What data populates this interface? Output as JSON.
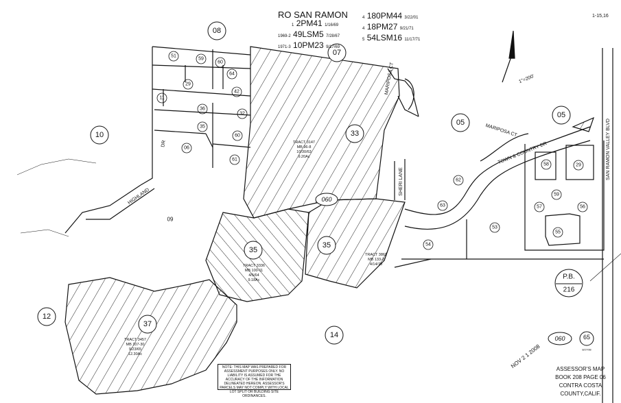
{
  "header": {
    "title": "RO SAN RAMON",
    "left_refs": [
      {
        "prefix": "1",
        "ref": "2PM41",
        "date": "1/16/69"
      },
      {
        "prefix": "1969-2",
        "ref": "49LSM5",
        "date": "7/28/67"
      },
      {
        "prefix": "1971-3",
        "ref": "10PM23",
        "date": "9/17/69"
      }
    ],
    "right_refs": [
      {
        "prefix": "4",
        "ref": "180PM44",
        "date": "3/22/01"
      },
      {
        "prefix": "4",
        "ref": "18PM27",
        "date": "9/21/71"
      },
      {
        "prefix": "5",
        "ref": "54LSM16",
        "date": "11/17/71"
      }
    ]
  },
  "sheet_ref": "1-15,16",
  "scale": "1\"=200'",
  "blocks": {
    "b08": "08",
    "b07": "07",
    "b10": "10",
    "b33": "33",
    "b05a": "05",
    "b05b": "05",
    "b12": "12",
    "b37": "37",
    "b35a": "35",
    "b35b": "35",
    "b14": "14",
    "b09": "09"
  },
  "parcels": {
    "p51": "51",
    "p59": "59",
    "p60a": "60",
    "p64": "64",
    "p29a": "29",
    "p42": "42",
    "p11": "11",
    "p36": "36",
    "p32": "32",
    "p35": "35",
    "p60b": "60",
    "p06": "06",
    "p61": "61",
    "p62": "62",
    "p63": "63",
    "p54": "54",
    "p53": "53",
    "p58": "58",
    "p29b": "29",
    "p59b": "59",
    "p57": "57",
    "p56": "56",
    "p55": "55"
  },
  "streets": {
    "highland": "HIGHLAND",
    "dr": "DR",
    "mariposa_ct_n": "MARIPOSA CT",
    "sheri_lane": "SHERI LANE",
    "mariposa_ct_e": "MARIPOSA CT",
    "town_country": "TOWN & COUNTRY DR",
    "san_ramon_valley": "SAN RAMON VALLEY BLVD"
  },
  "tracts": {
    "t3147": [
      "TRACT 3147",
      "MB 96-8",
      "10/30/63",
      "9.20Ac"
    ],
    "t3336": [
      "TRACT 3336",
      "MB 100-11",
      "4/5/64",
      "9.18Ac"
    ],
    "t3862": [
      "TRACT 3862",
      "MB 133-2",
      "4/14/70"
    ],
    "t3457": [
      "TRACT 3457",
      "MB 107-30",
      "9/23/65",
      "12.30Ac"
    ]
  },
  "page_ref": {
    "top": "P.B.",
    "bottom": "216"
  },
  "map_book_oval": "060",
  "map_book_oval_center": "060",
  "bottom_parcel": {
    "num": "65",
    "date": "8/27/98"
  },
  "note": "NOTE: THIS MAP WAS PREPARED FOR ASSESSMENT PURPOSES ONLY. NO LIABILITY IS ASSUMED FOR THE ACCURACY OF THE INFORMATION DELINEATED HEREON. ASSESSOR'S PARCELS MAY NOT COMPLY WITH LOCAL LOT SPLIT OR BUILDING SITE ORDINANCES.",
  "stamp": "NOV 2 1 2008",
  "title_block": {
    "line1": "ASSESSOR'S MAP",
    "line2": "BOOK 208  PAGE 06",
    "line3": "CONTRA COSTA COUNTY,CALIF."
  }
}
